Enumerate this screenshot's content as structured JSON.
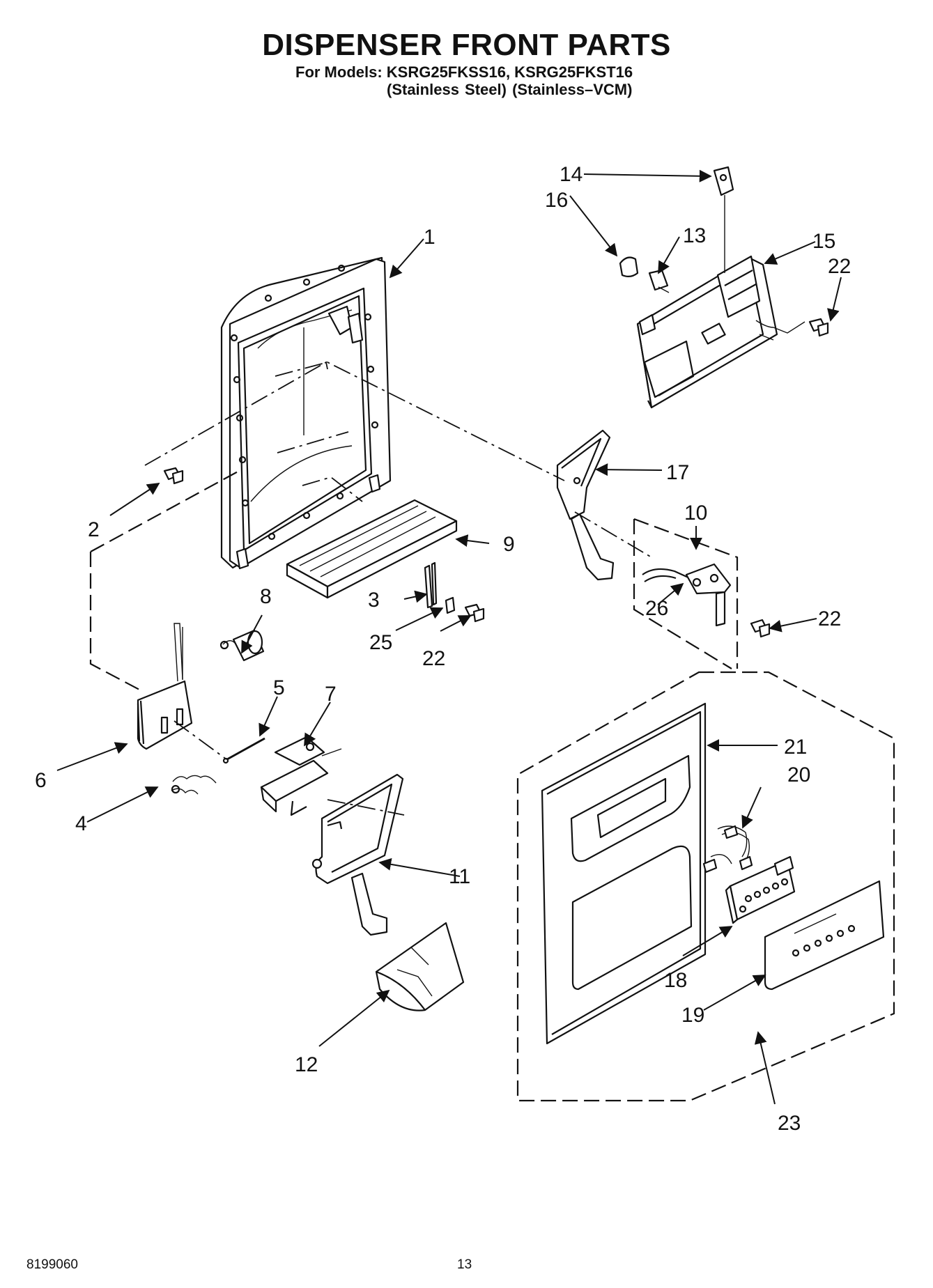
{
  "header": {
    "title": "DISPENSER FRONT PARTS",
    "models_line": "For Models: KSRG25FKSS16, KSRG25FKST16",
    "variants_line": "(Stainless Steel)   (Stainless–VCM)"
  },
  "footer": {
    "document_number": "8199060",
    "page_number": "13"
  },
  "callouts": {
    "c1": "1",
    "c2": "2",
    "c3": "3",
    "c4": "4",
    "c5": "5",
    "c6": "6",
    "c7": "7",
    "c8": "8",
    "c9": "9",
    "c10": "10",
    "c11": "11",
    "c12": "12",
    "c13": "13",
    "c14": "14",
    "c15": "15",
    "c16": "16",
    "c17": "17",
    "c18": "18",
    "c19": "19",
    "c20": "20",
    "c21": "21",
    "c22a": "22",
    "c22b": "22",
    "c22c": "22",
    "c23": "23",
    "c25": "25",
    "c26": "26"
  }
}
